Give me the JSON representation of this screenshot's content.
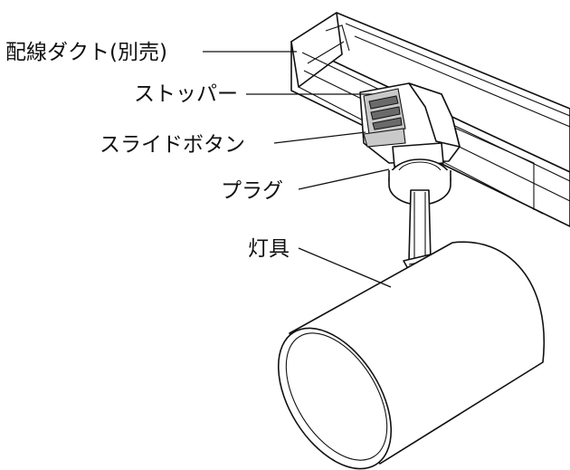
{
  "labels": {
    "duct": "配線ダクト(別売)",
    "stopper": "ストッパー",
    "slide_button": "スライドボタン",
    "plug": "プラグ",
    "fixture": "灯具"
  }
}
